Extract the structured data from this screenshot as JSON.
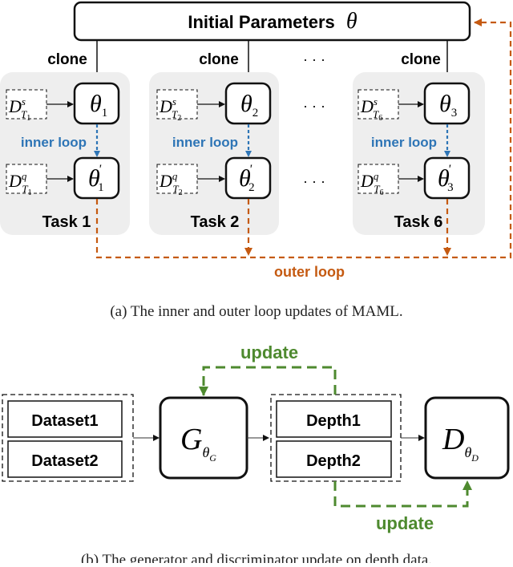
{
  "maml": {
    "initial": {
      "label": "Initial Parameters",
      "symbol": "θ"
    },
    "clone_label": "clone",
    "ellipsis": "· · ·",
    "inner_loop_label": "inner loop",
    "outer_loop_label": "outer loop",
    "tasks": [
      {
        "name": "Task 1",
        "theta": "θ",
        "sub": "1",
        "tsub": "1",
        "support_sup": "s",
        "query_sup": "q"
      },
      {
        "name": "Task 2",
        "theta": "θ",
        "sub": "2",
        "tsub": "2",
        "support_sup": "s",
        "query_sup": "q"
      },
      {
        "name": "Task 6",
        "theta": "θ",
        "sub": "3",
        "tsub": "6",
        "support_sup": "s",
        "query_sup": "q"
      }
    ],
    "dataset_symbol": "D",
    "task_symbol": "T",
    "prime": "'"
  },
  "caption_a": "(a)  The  inner  and  outer  loop  updates  of  MAML.",
  "gan": {
    "datasets": [
      "Dataset1",
      "Dataset2"
    ],
    "depths": [
      "Depth1",
      "Depth2"
    ],
    "generator": {
      "letter": "G",
      "sub": "θ",
      "subsub": "G"
    },
    "discriminator": {
      "letter": "D",
      "sub": "θ",
      "subsub": "D"
    },
    "update_top": "update",
    "update_bottom": "update"
  },
  "caption_b": "(b)  The  generator  and  discriminator  update  on  depth  data.",
  "colors": {
    "blue": "#2e75b6",
    "orange": "#c55a11",
    "green": "#4e8a2f",
    "panel": "#eeeeee"
  }
}
